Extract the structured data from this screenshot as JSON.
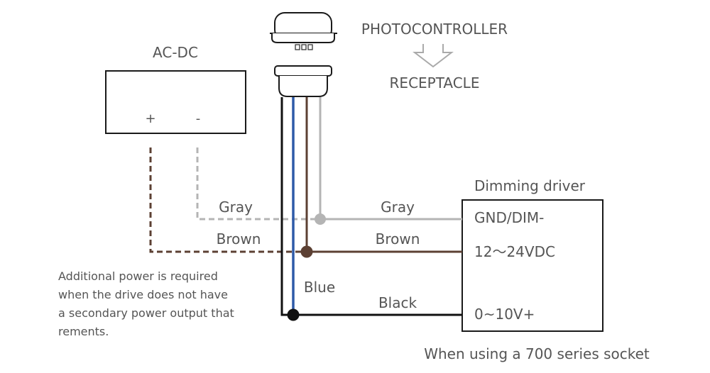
{
  "labels": {
    "photocontroller": "PHOTOCONTROLLER",
    "receptacle": "RECEPTACLE",
    "ac_dc": "AC-DC",
    "ac_dc_plus": "+",
    "ac_dc_minus": "-",
    "dimming_driver": "Dimming driver",
    "driver_gnd_dim": "GND/DIM-",
    "driver_power": "12～24VDC",
    "driver_signal": "0~10V+",
    "wire_gray_left": "Gray",
    "wire_brown_left": "Brown",
    "wire_gray_right": "Gray",
    "wire_brown_right": "Brown",
    "wire_blue": "Blue",
    "wire_black": "Black",
    "note_line1": "Additional power is required",
    "note_line2": "when the drive does not have",
    "note_line3": "a secondary power output that",
    "note_line4": "rements.",
    "footer": "When using a 700 series socket"
  },
  "colors": {
    "gray_wire": "#b4b4b4",
    "brown_wire": "#5c4033",
    "blue_wire": "#2e5aa8",
    "black_wire": "#111111",
    "outline": "#1a1a1a",
    "text": "#555555"
  }
}
